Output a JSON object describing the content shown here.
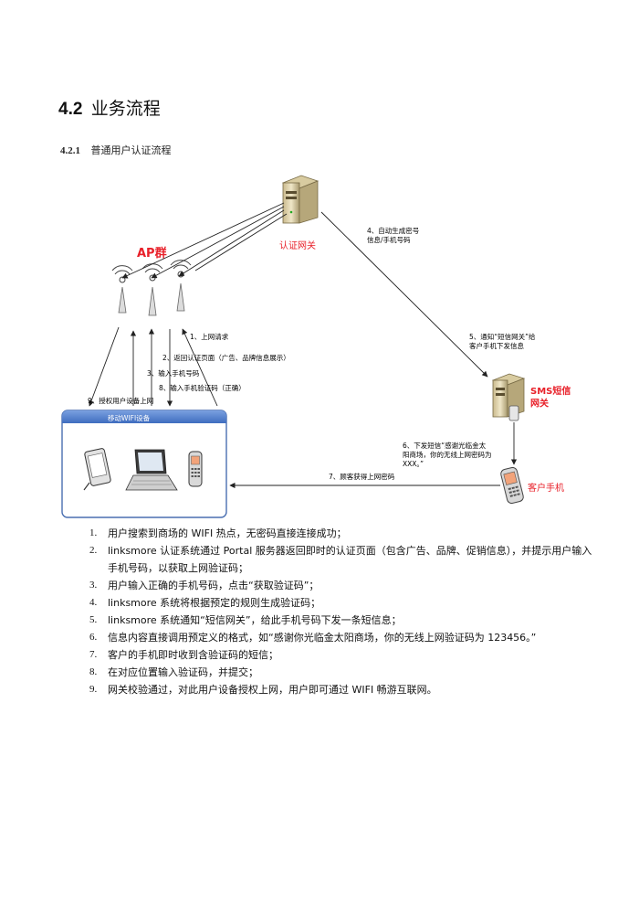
{
  "section": {
    "number": "4.2",
    "title": "业务流程"
  },
  "subsection": {
    "number": "4.2.1",
    "title": "普通用户认证流程"
  },
  "diagram": {
    "ap_group_label": "AP群",
    "auth_gateway_label": "认证网关",
    "sms_gateway_label": "SMS短信\n网关",
    "customer_phone_label": "客户手机",
    "wifi_device_box_label": "移动WIFI设备",
    "arrows": {
      "step1": "1、上网请求",
      "step2": "2、返回认证页面（广告、品牌信息展示）",
      "step3": "3、输入手机号码",
      "step8": "8、输入手机验证码（正确）",
      "step9": "9、授权用户设备上网",
      "step4": "4、自动生成密号\n信息/手机号码",
      "step5": "5、通知“短信网关”给\n客户手机下发信息",
      "step6": "6、下发短信“感谢光临金太\n阳商场，你的无线上网密码为\nXXX。”",
      "step7": "7、顾客获得上网密码"
    },
    "colors": {
      "label_red": "#e8212a",
      "box_border": "#4a6fb1",
      "box_header": "#5b86cf",
      "arrow": "#222222"
    }
  },
  "steps": [
    {
      "n": "1.",
      "text": "用户搜索到商场的 WIFI 热点，无密码直接连接成功；"
    },
    {
      "n": "2.",
      "text": "linksmore 认证系统通过 Portal 服务器返回即时的认证页面（包含广告、品牌、促销信息），并提示用户输入手机号码，以获取上网验证码；"
    },
    {
      "n": "3.",
      "text": "用户输入正确的手机号码，点击“获取验证码”；"
    },
    {
      "n": "4.",
      "text": "linksmore 系统将根据预定的规则生成验证码；"
    },
    {
      "n": "5.",
      "text": "linksmore 系统通知“短信网关”，给此手机号码下发一条短信息；"
    },
    {
      "n": "6.",
      "text": "信息内容直接调用预定义的格式，如“感谢你光临金太阳商场，你的无线上网验证码为 123456。”"
    },
    {
      "n": "7.",
      "text": "客户的手机即时收到含验证码的短信；"
    },
    {
      "n": "8.",
      "text": "在对应位置输入验证码，并提交；"
    },
    {
      "n": "9.",
      "text": "网关校验通过，对此用户设备授权上网，用户即可通过 WIFI 畅游互联网。"
    }
  ]
}
